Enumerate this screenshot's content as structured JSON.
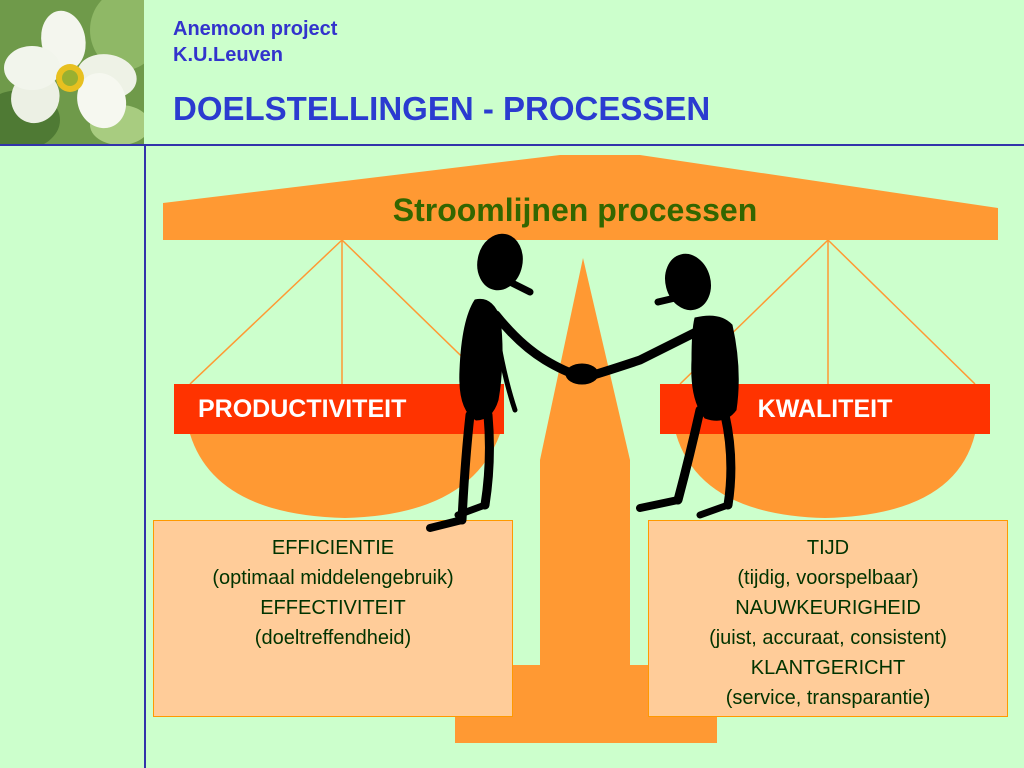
{
  "header": {
    "project": "Anemoon project",
    "institution": "K.U.Leuven",
    "title": "DOELSTELLINGEN - PROCESSEN"
  },
  "scale": {
    "beam_label": "Stroomlijnen processen",
    "left_pan_label": "PRODUCTIVITEIT",
    "right_pan_label": "KWALITEIT"
  },
  "left_box": {
    "lines": [
      "EFFICIENTIE",
      "(optimaal middelengebruik)",
      "EFFECTIVITEIT",
      "(doeltreffendheid)"
    ]
  },
  "right_box": {
    "lines": [
      "TIJD",
      "(tijdig, voorspelbaar)",
      "NAUWKEURIGHEID",
      "(juist, accuraat, consistent)",
      "KLANTGERICHT",
      "(service, transparantie)"
    ]
  },
  "colors": {
    "background": "#ccffcc",
    "scale_orange": "#ff9933",
    "pan_label_red": "#ff3300",
    "box_fill": "#ffcc99",
    "title_blue": "#2b3bd0",
    "beam_text_green": "#336600"
  },
  "icons": {
    "logo": "white-anemone-flower",
    "figures": "two-people-shaking-hands"
  }
}
